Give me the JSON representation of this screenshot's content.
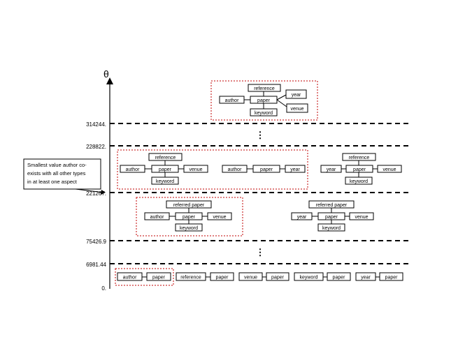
{
  "axis": {
    "symbol": "θ"
  },
  "levels": [
    {
      "id": "level-314244",
      "label": "314244."
    },
    {
      "id": "level-228822",
      "label": "228822."
    },
    {
      "id": "level-221267",
      "label": "221267."
    },
    {
      "id": "level-75426",
      "label": "75426.9"
    },
    {
      "id": "level-6981",
      "label": "6981.44"
    },
    {
      "id": "level-0",
      "label": "0."
    }
  ],
  "ellipsis": "⋮",
  "callout": {
    "lines": [
      "Smallest value author co-",
      "exists with all other types",
      "in at least one aspect"
    ]
  },
  "labels": {
    "author": "author",
    "paper": "paper",
    "reference": "reference",
    "referred_paper": "referred paper",
    "venue": "venue",
    "keyword": "keyword",
    "year": "year"
  }
}
